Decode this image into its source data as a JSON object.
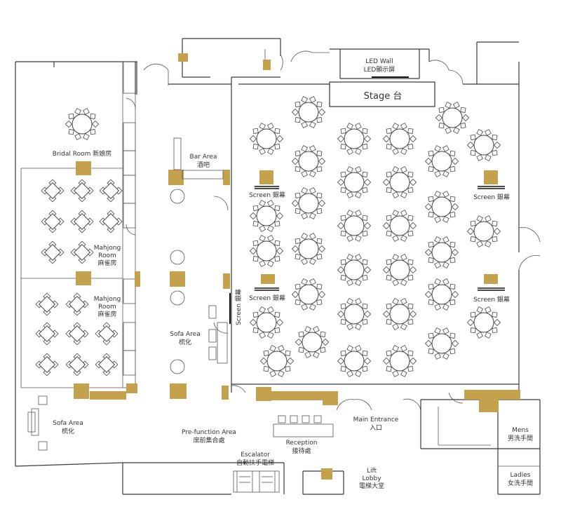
{
  "colors": {
    "accent": "#c3a14d",
    "line": "#3a3a3a"
  },
  "labels": {
    "led_wall": "LED Wall",
    "led_wall_zh": "LED顯示屏",
    "stage": "Stage 台",
    "bridal_room": "Bridal Room 新娘房",
    "bar_area": "Bar Area",
    "bar_area_zh": "酒吧",
    "screen_left": "Screen 銀幕",
    "screen_right": "Screen 銀幕",
    "screen_left2": "Screen 銀幕",
    "screen_right2": "Screen 銀幕",
    "screen_vertical": "Screen 銀幕",
    "mahjong": "Mahjong",
    "room": "Room",
    "mahjong_zh": "麻雀房",
    "sofa_area": "Sofa Area",
    "sofa_area_zh": "梳化",
    "prefunction": "Pre-function Area",
    "prefunction_zh": "席前集合處",
    "escalator": "Escalator",
    "escalator_zh": "自動扶手電梯",
    "reception": "Reception",
    "reception_zh": "接待處",
    "main_entrance": "Main Entrance",
    "main_entrance_zh": "入口",
    "lift": "Lift",
    "lobby": "Lobby",
    "lobby_zh": "電梯大堂",
    "mens": "Mens",
    "mens_zh": "男洗手間",
    "ladies": "Ladies",
    "ladies_zh": "女洗手間"
  }
}
